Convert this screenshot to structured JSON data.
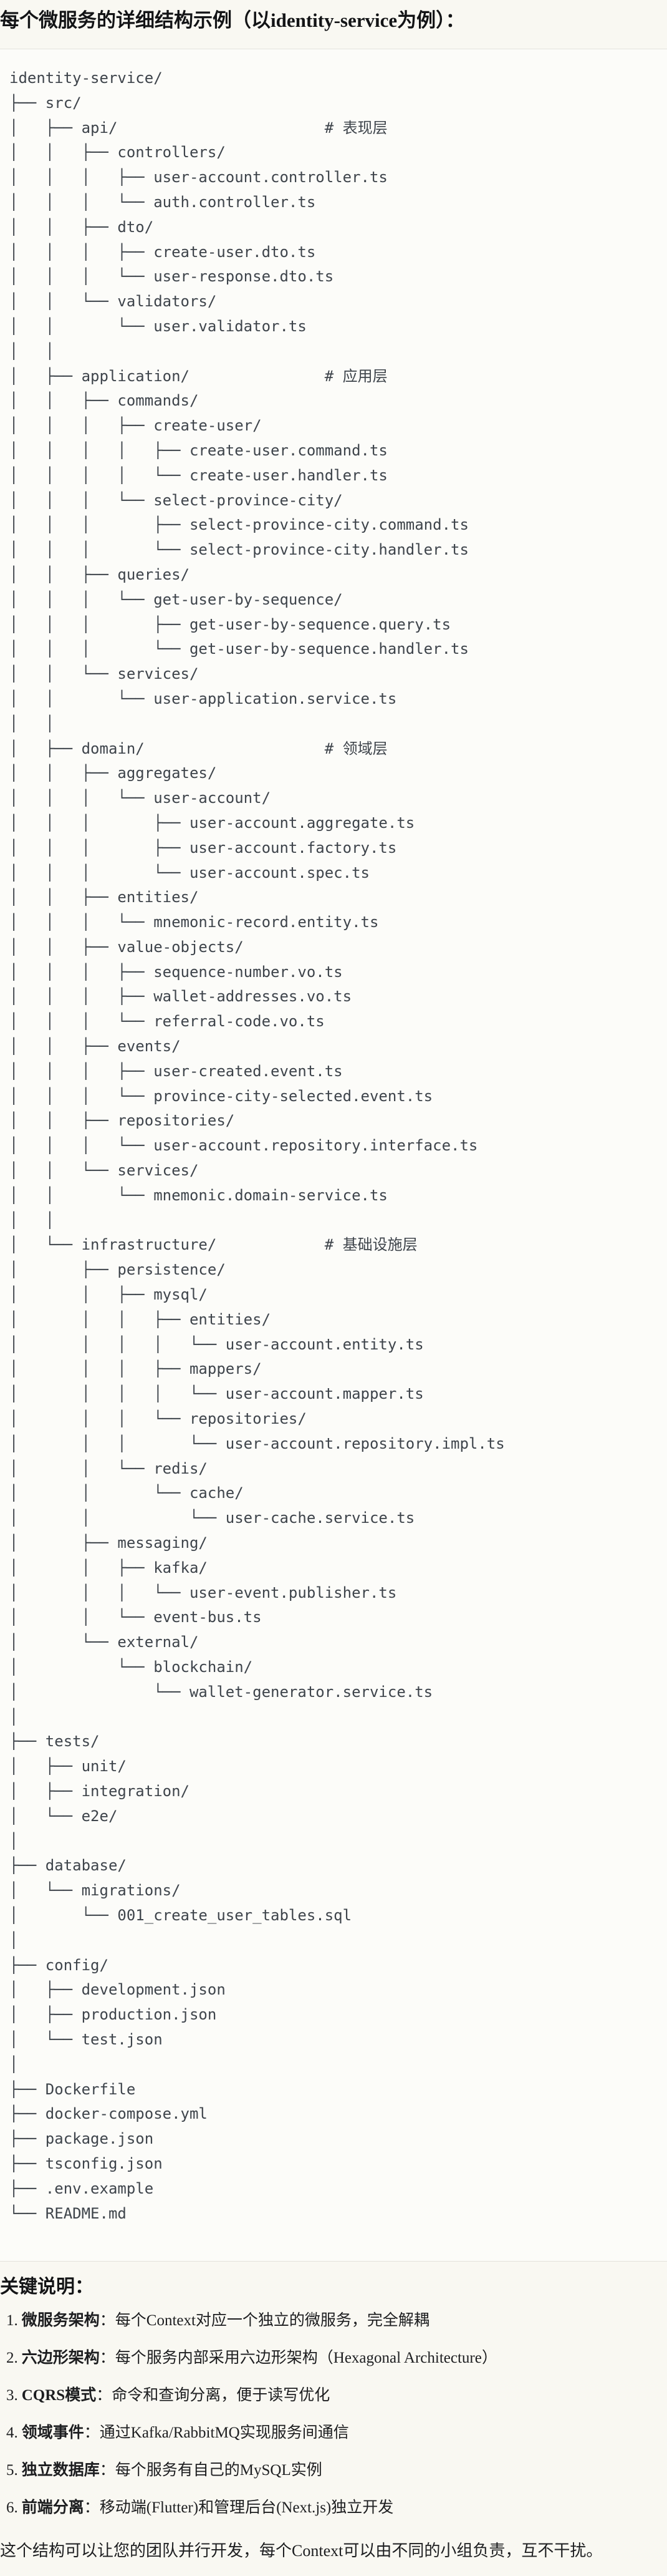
{
  "page": {
    "title": "每个微服务的详细结构示例（以identity-service为例）：",
    "notes_heading": "关键说明：",
    "footer": "这个结构可以让您的团队并行开发，每个Context可以由不同的小组负责，互不干扰。"
  },
  "colors": {
    "page_bg": "#f9f8f2",
    "code_bg": "#fcfcf9",
    "code_border": "#e3e2dc",
    "tree_text": "#3e444b",
    "body_text": "#1d1e20"
  },
  "tree": {
    "root": "identity-service/",
    "layer_comments": [
      "# 表现层",
      "# 应用层",
      "# 领域层",
      "# 基础设施层"
    ],
    "lines": [
      "identity-service/",
      "├── src/",
      "│   ├── api/                       # 表现层",
      "│   │   ├── controllers/",
      "│   │   │   ├── user-account.controller.ts",
      "│   │   │   └── auth.controller.ts",
      "│   │   ├── dto/",
      "│   │   │   ├── create-user.dto.ts",
      "│   │   │   └── user-response.dto.ts",
      "│   │   └── validators/",
      "│   │       └── user.validator.ts",
      "│   │",
      "│   ├── application/               # 应用层",
      "│   │   ├── commands/",
      "│   │   │   ├── create-user/",
      "│   │   │   │   ├── create-user.command.ts",
      "│   │   │   │   └── create-user.handler.ts",
      "│   │   │   └── select-province-city/",
      "│   │   │       ├── select-province-city.command.ts",
      "│   │   │       └── select-province-city.handler.ts",
      "│   │   ├── queries/",
      "│   │   │   └── get-user-by-sequence/",
      "│   │   │       ├── get-user-by-sequence.query.ts",
      "│   │   │       └── get-user-by-sequence.handler.ts",
      "│   │   └── services/",
      "│   │       └── user-application.service.ts",
      "│   │",
      "│   ├── domain/                    # 领域层",
      "│   │   ├── aggregates/",
      "│   │   │   └── user-account/",
      "│   │   │       ├── user-account.aggregate.ts",
      "│   │   │       ├── user-account.factory.ts",
      "│   │   │       └── user-account.spec.ts",
      "│   │   ├── entities/",
      "│   │   │   └── mnemonic-record.entity.ts",
      "│   │   ├── value-objects/",
      "│   │   │   ├── sequence-number.vo.ts",
      "│   │   │   ├── wallet-addresses.vo.ts",
      "│   │   │   └── referral-code.vo.ts",
      "│   │   ├── events/",
      "│   │   │   ├── user-created.event.ts",
      "│   │   │   └── province-city-selected.event.ts",
      "│   │   ├── repositories/",
      "│   │   │   └── user-account.repository.interface.ts",
      "│   │   └── services/",
      "│   │       └── mnemonic.domain-service.ts",
      "│   │",
      "│   └── infrastructure/            # 基础设施层",
      "│       ├── persistence/",
      "│       │   ├── mysql/",
      "│       │   │   ├── entities/",
      "│       │   │   │   └── user-account.entity.ts",
      "│       │   │   ├── mappers/",
      "│       │   │   │   └── user-account.mapper.ts",
      "│       │   │   └── repositories/",
      "│       │   │       └── user-account.repository.impl.ts",
      "│       │   └── redis/",
      "│       │       └── cache/",
      "│       │           └── user-cache.service.ts",
      "│       ├── messaging/",
      "│       │   ├── kafka/",
      "│       │   │   └── user-event.publisher.ts",
      "│       │   └── event-bus.ts",
      "│       └── external/",
      "│           └── blockchain/",
      "│               └── wallet-generator.service.ts",
      "│",
      "├── tests/",
      "│   ├── unit/",
      "│   ├── integration/",
      "│   └── e2e/",
      "│",
      "├── database/",
      "│   └── migrations/",
      "│       └── 001_create_user_tables.sql",
      "│",
      "├── config/",
      "│   ├── development.json",
      "│   ├── production.json",
      "│   └── test.json",
      "│",
      "├── Dockerfile",
      "├── docker-compose.yml",
      "├── package.json",
      "├── tsconfig.json",
      "├── .env.example",
      "└── README.md"
    ]
  },
  "notes": {
    "items": [
      {
        "num": "1.",
        "term": "微服务架构",
        "desc": "：每个Context对应一个独立的微服务，完全解耦"
      },
      {
        "num": "2.",
        "term": "六边形架构",
        "desc": "：每个服务内部采用六边形架构（Hexagonal Architecture）"
      },
      {
        "num": "3.",
        "term": "CQRS模式",
        "desc": "：命令和查询分离，便于读写优化"
      },
      {
        "num": "4.",
        "term": "领域事件",
        "desc": "：通过Kafka/RabbitMQ实现服务间通信"
      },
      {
        "num": "5.",
        "term": "独立数据库",
        "desc": "：每个服务有自己的MySQL实例"
      },
      {
        "num": "6.",
        "term": "前端分离",
        "desc": "：移动端(Flutter)和管理后台(Next.js)独立开发"
      }
    ]
  }
}
